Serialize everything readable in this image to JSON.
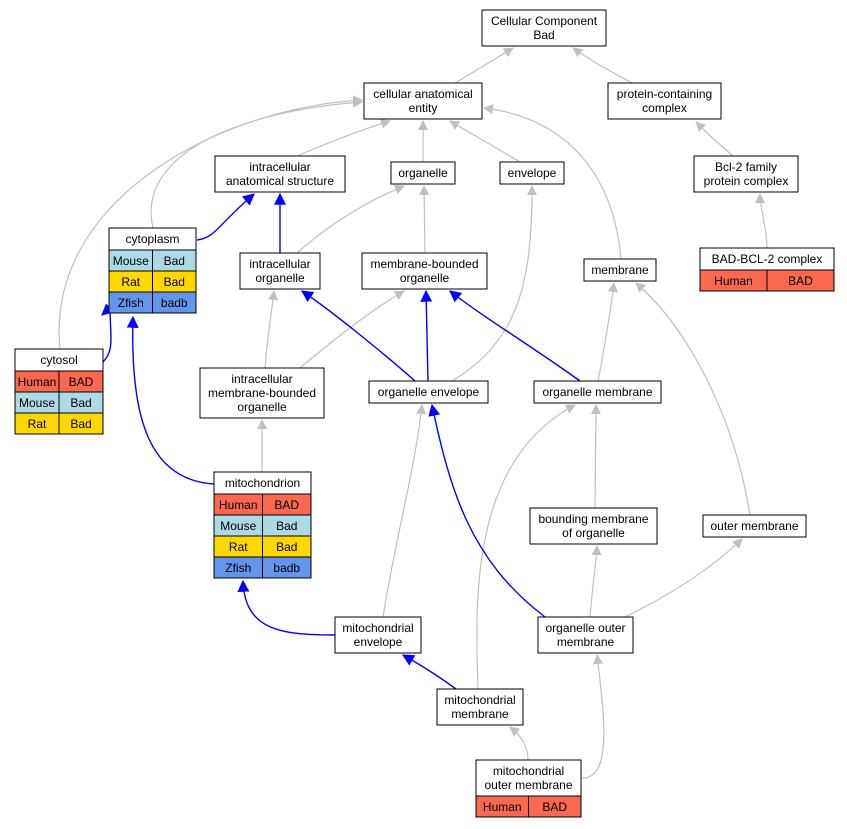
{
  "colors": {
    "is_a": "#c0c0c0",
    "part_of": "#0000ff",
    "Human": "#fa6850",
    "Mouse": "#add8e6",
    "Rat": "#ffd700",
    "Zfish": "#6495ed"
  },
  "nodes": [
    {
      "id": "cellular_component",
      "lines": [
        "Cellular Component",
        "Bad"
      ],
      "rows": []
    },
    {
      "id": "cellular_anatomical_entity",
      "lines": [
        "cellular anatomical",
        "entity"
      ],
      "rows": []
    },
    {
      "id": "protein_containing_complex",
      "lines": [
        "protein-containing",
        "complex"
      ],
      "rows": []
    },
    {
      "id": "intracellular_anatomical_structure",
      "lines": [
        "intracellular",
        "anatomical structure"
      ],
      "rows": []
    },
    {
      "id": "organelle",
      "lines": [
        "organelle"
      ],
      "rows": []
    },
    {
      "id": "envelope",
      "lines": [
        "envelope"
      ],
      "rows": []
    },
    {
      "id": "bcl2_family_complex",
      "lines": [
        "Bcl-2 family",
        "protein complex"
      ],
      "rows": []
    },
    {
      "id": "cytoplasm",
      "lines": [
        "cytoplasm"
      ],
      "rows": [
        {
          "species": "Mouse",
          "gene": "Bad"
        },
        {
          "species": "Rat",
          "gene": "Bad"
        },
        {
          "species": "Zfish",
          "gene": "badb"
        }
      ]
    },
    {
      "id": "intracellular_organelle",
      "lines": [
        "intracellular",
        "organelle"
      ],
      "rows": []
    },
    {
      "id": "membrane_bounded_organelle",
      "lines": [
        "membrane-bounded",
        "organelle"
      ],
      "rows": []
    },
    {
      "id": "membrane",
      "lines": [
        "membrane"
      ],
      "rows": []
    },
    {
      "id": "bad_bcl2_complex",
      "lines": [
        "BAD-BCL-2 complex"
      ],
      "rows": [
        {
          "species": "Human",
          "gene": "BAD"
        }
      ]
    },
    {
      "id": "cytosol",
      "lines": [
        "cytosol"
      ],
      "rows": [
        {
          "species": "Human",
          "gene": "BAD"
        },
        {
          "species": "Mouse",
          "gene": "Bad"
        },
        {
          "species": "Rat",
          "gene": "Bad"
        }
      ]
    },
    {
      "id": "intracellular_mb_organelle",
      "lines": [
        "intracellular",
        "membrane-bounded",
        "organelle"
      ],
      "rows": []
    },
    {
      "id": "organelle_envelope",
      "lines": [
        "organelle envelope"
      ],
      "rows": []
    },
    {
      "id": "organelle_membrane",
      "lines": [
        "organelle membrane"
      ],
      "rows": []
    },
    {
      "id": "mitochondrion",
      "lines": [
        "mitochondrion"
      ],
      "rows": [
        {
          "species": "Human",
          "gene": "BAD"
        },
        {
          "species": "Mouse",
          "gene": "Bad"
        },
        {
          "species": "Rat",
          "gene": "Bad"
        },
        {
          "species": "Zfish",
          "gene": "badb"
        }
      ]
    },
    {
      "id": "bounding_membrane",
      "lines": [
        "bounding membrane",
        "of organelle"
      ],
      "rows": []
    },
    {
      "id": "outer_membrane",
      "lines": [
        "outer membrane"
      ],
      "rows": []
    },
    {
      "id": "mitochondrial_envelope",
      "lines": [
        "mitochondrial",
        "envelope"
      ],
      "rows": []
    },
    {
      "id": "organelle_outer_membrane",
      "lines": [
        "organelle outer",
        "membrane"
      ],
      "rows": []
    },
    {
      "id": "mitochondrial_membrane",
      "lines": [
        "mitochondrial",
        "membrane"
      ],
      "rows": []
    },
    {
      "id": "mito_outer_membrane",
      "lines": [
        "mitochondrial",
        "outer membrane"
      ],
      "rows": [
        {
          "species": "Human",
          "gene": "BAD"
        }
      ]
    }
  ],
  "edges": [
    {
      "from": "cellular_anatomical_entity",
      "to": "cellular_component",
      "type": "is_a"
    },
    {
      "from": "protein_containing_complex",
      "to": "cellular_component",
      "type": "is_a"
    },
    {
      "from": "intracellular_anatomical_structure",
      "to": "cellular_anatomical_entity",
      "type": "is_a"
    },
    {
      "from": "organelle",
      "to": "cellular_anatomical_entity",
      "type": "is_a"
    },
    {
      "from": "envelope",
      "to": "cellular_anatomical_entity",
      "type": "is_a"
    },
    {
      "from": "membrane",
      "to": "cellular_anatomical_entity",
      "type": "is_a"
    },
    {
      "from": "cytoplasm",
      "to": "cellular_anatomical_entity",
      "type": "is_a"
    },
    {
      "from": "cytosol",
      "to": "cellular_anatomical_entity",
      "type": "is_a"
    },
    {
      "from": "bcl2_family_complex",
      "to": "protein_containing_complex",
      "type": "is_a"
    },
    {
      "from": "bad_bcl2_complex",
      "to": "bcl2_family_complex",
      "type": "is_a"
    },
    {
      "from": "cytoplasm",
      "to": "intracellular_anatomical_structure",
      "type": "part_of"
    },
    {
      "from": "intracellular_organelle",
      "to": "intracellular_anatomical_structure",
      "type": "part_of"
    },
    {
      "from": "intracellular_organelle",
      "to": "organelle",
      "type": "is_a"
    },
    {
      "from": "membrane_bounded_organelle",
      "to": "organelle",
      "type": "is_a"
    },
    {
      "from": "cytosol",
      "to": "cytoplasm",
      "type": "part_of"
    },
    {
      "from": "mitochondrion",
      "to": "cytoplasm",
      "type": "part_of"
    },
    {
      "from": "intracellular_mb_organelle",
      "to": "intracellular_organelle",
      "type": "is_a"
    },
    {
      "from": "intracellular_mb_organelle",
      "to": "membrane_bounded_organelle",
      "type": "is_a"
    },
    {
      "from": "organelle_envelope",
      "to": "intracellular_organelle",
      "type": "part_of"
    },
    {
      "from": "organelle_envelope",
      "to": "membrane_bounded_organelle",
      "type": "part_of"
    },
    {
      "from": "organelle_envelope",
      "to": "envelope",
      "type": "is_a"
    },
    {
      "from": "organelle_membrane",
      "to": "membrane_bounded_organelle",
      "type": "part_of"
    },
    {
      "from": "organelle_membrane",
      "to": "membrane",
      "type": "is_a"
    },
    {
      "from": "outer_membrane",
      "to": "membrane",
      "type": "is_a"
    },
    {
      "from": "mitochondrion",
      "to": "intracellular_mb_organelle",
      "type": "is_a"
    },
    {
      "from": "mitochondrial_envelope",
      "to": "organelle_envelope",
      "type": "is_a"
    },
    {
      "from": "bounding_membrane",
      "to": "organelle_membrane",
      "type": "is_a"
    },
    {
      "from": "mitochondrial_membrane",
      "to": "organelle_membrane",
      "type": "is_a"
    },
    {
      "from": "organelle_outer_membrane",
      "to": "bounding_membrane",
      "type": "is_a"
    },
    {
      "from": "organelle_outer_membrane",
      "to": "outer_membrane",
      "type": "is_a"
    },
    {
      "from": "organelle_outer_membrane",
      "to": "organelle_envelope",
      "type": "part_of"
    },
    {
      "from": "mitochondrial_envelope",
      "to": "mitochondrion",
      "type": "part_of"
    },
    {
      "from": "mitochondrial_membrane",
      "to": "mitochondrial_envelope",
      "type": "part_of"
    },
    {
      "from": "mito_outer_membrane",
      "to": "mitochondrial_membrane",
      "type": "is_a"
    },
    {
      "from": "mito_outer_membrane",
      "to": "organelle_outer_membrane",
      "type": "is_a"
    }
  ]
}
